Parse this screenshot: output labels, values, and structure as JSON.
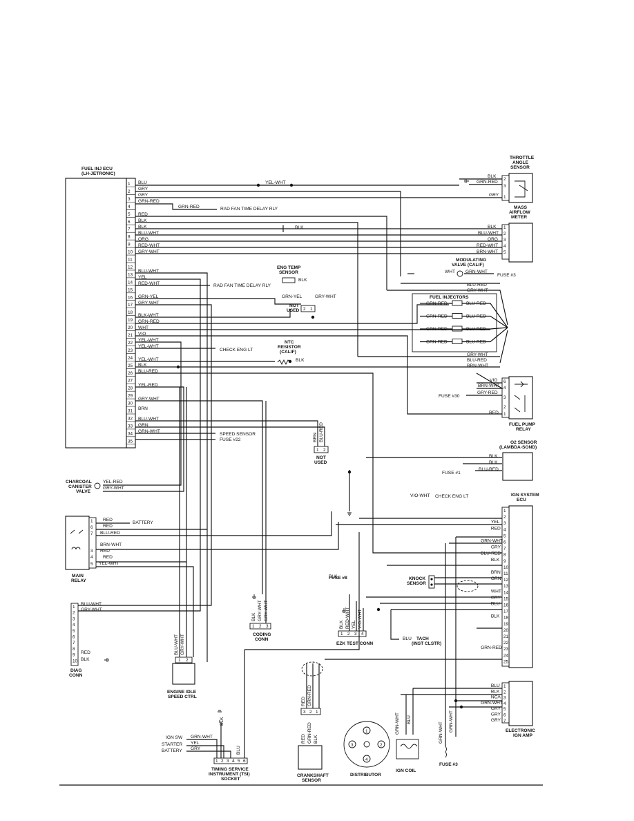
{
  "components": {
    "ecu_title": [
      "FUEL INJ ECU",
      "(LH-JETRONIC)"
    ],
    "throttle_title": [
      "THROTTLE",
      "ANGLE",
      "SENSOR"
    ],
    "maf_title": [
      "MASS",
      "AIRFLOW",
      "METER"
    ],
    "modulating_title": [
      "MODULATING",
      "VALVE (CALIF)"
    ],
    "injectors_title": "FUEL INJECTORS",
    "eng_temp_title": [
      "ENG TEMP",
      "SENSOR"
    ],
    "not_used": [
      "NOT",
      "USED"
    ],
    "ntc_title": [
      "NTC",
      "RESISTOR",
      "(CALIF)"
    ],
    "fuel_pump_title": [
      "FUEL PUMP",
      "RELAY"
    ],
    "o2_title": [
      "O2 SENSOR",
      "(LAMBDA-SOND)"
    ],
    "ign_ecu_title": [
      "IGN SYSTEM",
      "ECU"
    ],
    "charcoal_title": [
      "CHARCOAL",
      "CANISTER",
      "VALVE"
    ],
    "main_relay_title": [
      "MAIN",
      "RELAY"
    ],
    "diag_title": [
      "DIAG",
      "CONN"
    ],
    "idle_title": [
      "ENGINE IDLE",
      "SPEED CTRL"
    ],
    "coding_title": [
      "CODING",
      "CONN"
    ],
    "ezk_title": "EZK TEST CONN",
    "knock_title": [
      "KNOCK",
      "SENSOR"
    ],
    "electronic_ign_title": [
      "ELECTRONIC",
      "IGN AMP"
    ],
    "tsi_title": [
      "TIMING SERVICE",
      "INSTRUMENT (TSI)",
      "SOCKET"
    ],
    "crank_title": [
      "CRANKSHAFT",
      "SENSOR"
    ],
    "distributor_title": "DISTRIBUTOR",
    "ign_coil_title": "IGN COIL",
    "tach_title": [
      "TACH",
      "(INST CLSTR)"
    ]
  },
  "ecu_pins": [
    "1",
    "2",
    "3",
    "4",
    "5",
    "6",
    "7",
    "8",
    "9",
    "10",
    "11",
    "12",
    "13",
    "14",
    "15",
    "16",
    "17",
    "18",
    "19",
    "20",
    "21",
    "22",
    "23",
    "24",
    "25",
    "26",
    "27",
    "28",
    "29",
    "30",
    "31",
    "32",
    "33",
    "34",
    "35"
  ],
  "ecu_wires": [
    "BLU",
    "GRY",
    "GRY",
    "GRN-RED",
    "RED",
    "BLK",
    "BLK",
    "BLU-WHT",
    "ORG",
    "RED-WHT",
    "GRY-WHT",
    "",
    "BLU-WHT",
    "YEL",
    "RED-WHT",
    "GRN-YEL",
    "GRY-WHT",
    "BLK-WHT",
    "GRN-RED",
    "WHT",
    "VIO",
    "YEL-WHT",
    "YEL-WHT",
    "YEL-WHT",
    "BLK",
    "BLU-RED",
    "YEL-RED",
    "GRY-WHT",
    "BRN",
    "BLU-WHT",
    "GRN",
    "GRN-WHT"
  ],
  "destinations": {
    "rad_fan_1": "RAD FAN TIME DELAY RLY",
    "rad_fan_2": "RAD FAN TIME DELAY RLY",
    "check_eng": "CHECK ENG LT",
    "speed_sensor": "SPEED SENSOR",
    "fuse_22": "FUSE #22",
    "fuse_3": "FUSE #3",
    "fuse_30": "FUSE #30",
    "fuse_1": "FUSE #1",
    "check_eng_2": "CHECK ENG LT",
    "battery": "BATTERY",
    "fuse_8": "FUSE #8",
    "fuse_3b": "FUSE #3",
    "ign_sw": "IGN SW",
    "starter": "STARTER",
    "battery2": "BATTERY"
  },
  "labels": {
    "yel_wht_top": "YEL-WHT",
    "blk": "BLK",
    "grn_red": "GRN-RED",
    "gry": "GRY",
    "blu_wht": "BLU-WHT",
    "org": "ORG",
    "red_wht": "RED-WHT",
    "brn_wht": "BRN-WHT",
    "wht": "WHT",
    "grn_wht": "GRN-WHT",
    "blu_red": "BLU-RED",
    "gry_wht": "GRY-WHT",
    "blu_red_inj": "BLU-RED",
    "grn_yel": "GRN-YEL",
    "vio": "VIO",
    "red": "RED",
    "yel_red": "YEL-RED",
    "vio_wht": "VIO-WHT",
    "yel": "YEL",
    "brn": "BRN",
    "grn": "GRN",
    "blu": "BLU",
    "nca": "NCA",
    "blk_wht": "BLK-WHT",
    "red_wht2": "RED-WHT"
  },
  "ign_ecu_pins": [
    "1",
    "2",
    "3",
    "4",
    "5",
    "6",
    "7",
    "8",
    "9",
    "10",
    "11",
    "12",
    "13",
    "14",
    "15",
    "16",
    "17",
    "18",
    "19",
    "20",
    "21",
    "22",
    "23",
    "24",
    "25"
  ],
  "ign_ecu_wires": [
    "",
    "",
    "YEL",
    "RED",
    "",
    "GRN-WHT",
    "GRY",
    "BLU-RED",
    "BLK",
    "",
    "BRN",
    "GRN",
    "",
    "WHT",
    "GRY",
    "BLU",
    "",
    "BLK",
    "",
    "",
    "",
    "",
    "GRN-RED",
    "",
    ""
  ],
  "amp_wires": [
    "BLU",
    "BLK",
    "NCA",
    "GRN-WHT",
    "GRY",
    "GRY",
    "GRY"
  ],
  "throttle_wires": [
    "BLK",
    "GRN-RED",
    "",
    "GRY"
  ],
  "maf_wires": [
    "BLK",
    "BLU-WHT",
    "ORG",
    "RED-WHT",
    "BRN-WHT"
  ],
  "injector_wires": [
    [
      "GRN-RED",
      "BLU-RED"
    ],
    [
      "GRN-RED",
      "BLU-RED"
    ],
    [
      "GRN-RED",
      "BLU-RED"
    ],
    [
      "GRN-RED",
      "BLU-RED"
    ]
  ],
  "fp_wires": [
    "VIO",
    "BRN-WHT",
    "GRY-RED",
    "",
    "RED"
  ],
  "o2_wires": [
    "BLK",
    "BLK",
    "BLU-RED"
  ],
  "charcoal_wires": [
    "YEL-RED",
    "GRY-WHT"
  ],
  "main_relay_wires": [
    "RED",
    "RED",
    "BLU-RED",
    "",
    "BRN-WHT",
    "RED",
    "YEL-WHT"
  ],
  "diag_wires": [
    "BLU-WHT",
    "GRY-WHT",
    "",
    "",
    "",
    "",
    "",
    "",
    "RED",
    "BLK"
  ],
  "idle_wires": [
    "BLU-WHT",
    "GRY-WHT"
  ],
  "coding_wires": [
    "BLK",
    "GRY-WHT",
    "GRY-WHT"
  ],
  "ezk_wires": [
    "BLK",
    "RED-WHT",
    "YEL",
    "VIO-WHT"
  ],
  "tsi_wires": [
    "GRN-WHT",
    "YEL",
    "GRY",
    "",
    "BLK",
    "BLU"
  ],
  "crank_wires": [
    "RED",
    "GRN-RED",
    "BLK"
  ],
  "coil_wires": [
    "GRN-WHT",
    "BLU"
  ],
  "fuse3_wires": [
    "GRN-WHT",
    "GRN-WHT"
  ],
  "pin_nums": {
    "p1": "1",
    "p2": "2",
    "p3": "3",
    "p4": "4",
    "p5": "5",
    "p6": "6",
    "p7": "7",
    "p8": "8",
    "p9": "9",
    "p10": "10"
  }
}
